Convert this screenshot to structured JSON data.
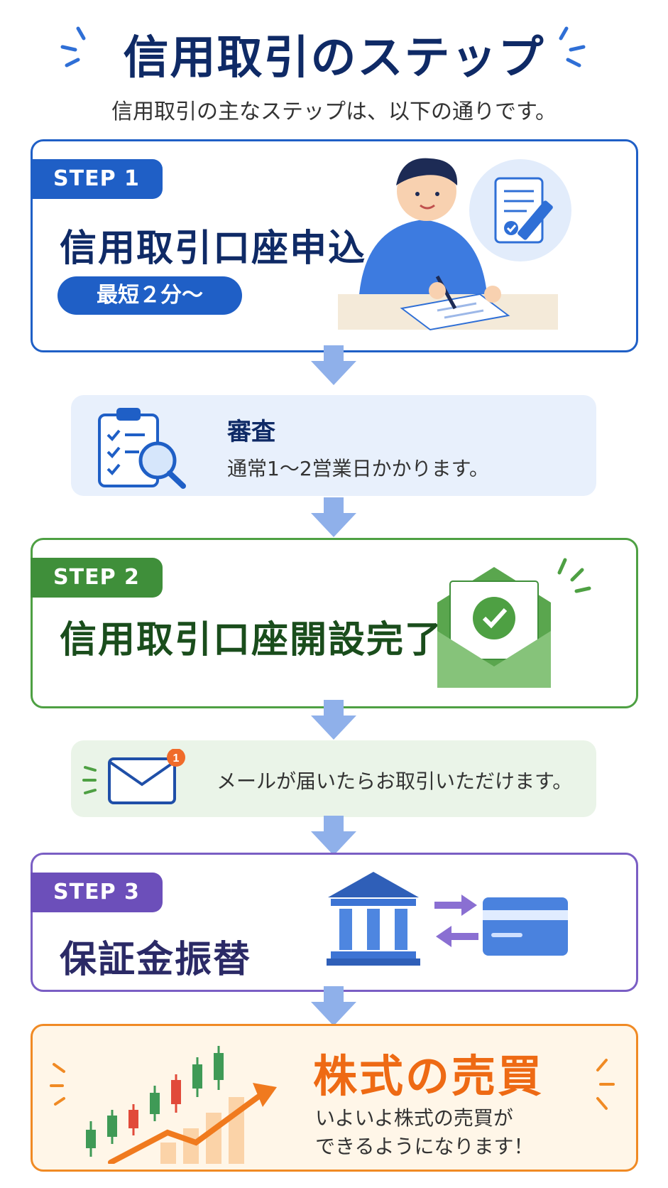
{
  "header": {
    "title": "信用取引のステップ",
    "subtitle": "信用取引の主なステップは、以下の通りです。"
  },
  "step1": {
    "badge": "STEP 1",
    "title": "信用取引口座申込",
    "pill": "最短２分〜"
  },
  "review": {
    "title": "審査",
    "text": "通常1〜2営業日かかります。"
  },
  "step2": {
    "badge": "STEP 2",
    "title": "信用取引口座開設完了"
  },
  "mail": {
    "badge_count": "1",
    "text": "メールが届いたらお取引いただけます。"
  },
  "step3": {
    "badge": "STEP 3",
    "title": "保証金振替"
  },
  "finale": {
    "title": "株式の売買",
    "line1": "いよいよ株式の売買が",
    "line2": "できるようになります！"
  },
  "colors": {
    "navy": "#0f2a66",
    "blue": "#1f5fc6",
    "green": "#4ea043",
    "purple": "#7a5ec4",
    "orange": "#f08a24",
    "arrow": "#8fb0ea"
  },
  "icons": [
    "person-writing-icon",
    "document-pen-icon",
    "clipboard-search-icon",
    "envelope-check-icon",
    "mail-notification-icon",
    "bank-icon",
    "transfer-arrows-icon",
    "card-icon",
    "stock-chart-icon"
  ]
}
